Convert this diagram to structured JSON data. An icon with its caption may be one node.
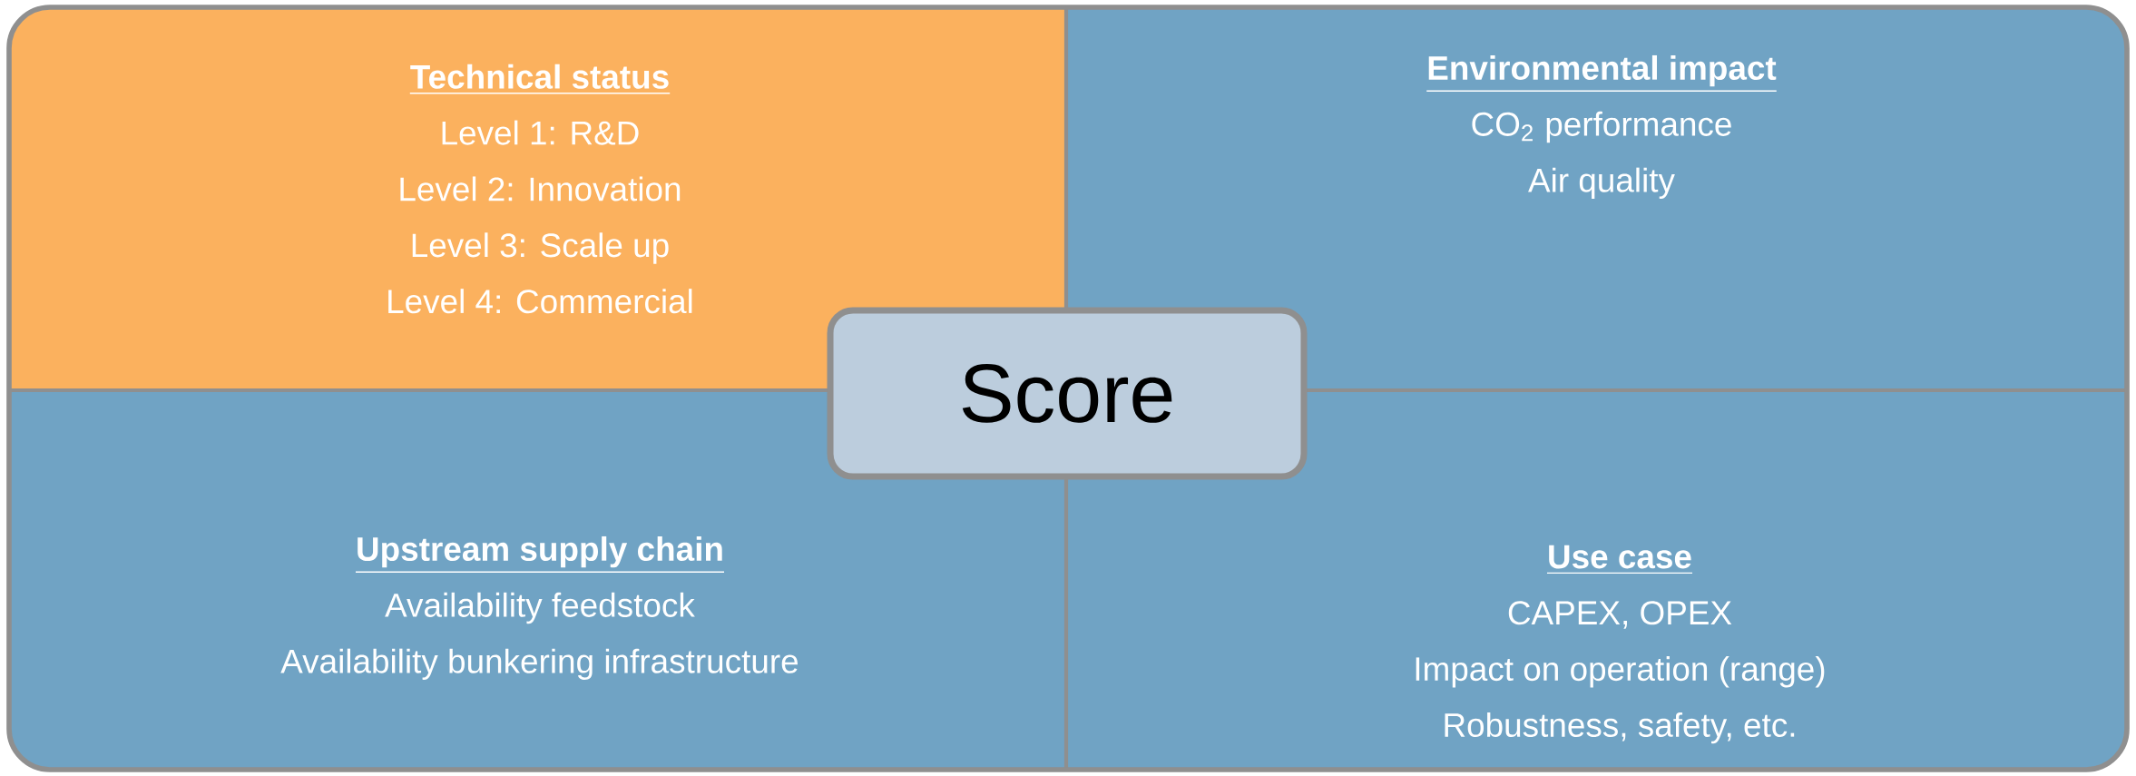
{
  "diagram": {
    "nodes": [
      {
        "text": [
          "Technical status",
          "Level 1: R&D",
          "Level 2: Innovation",
          "Level 3: Scale up",
          "Level 4: Commercial"
        ]
      },
      {
        "text": [
          "Environmental impact",
          "CO$_{2}$ performance",
          "Air quality"
        ]
      },
      {
        "text": [
          "Score"
        ]
      },
      {
        "text": [
          "Upstream supply chain",
          "Availability feedstock",
          "Availability bunkering infrastructure"
        ]
      },
      {
        "text": [
          "Use case",
          "CAPEX, OPEX",
          "Impact on operation (range)",
          "Robustness, safety, etc."
        ]
      }
    ]
  }
}
